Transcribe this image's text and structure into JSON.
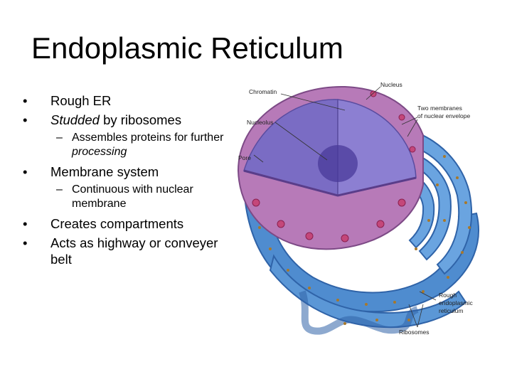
{
  "slide": {
    "title": "Endoplasmic Reticulum",
    "bullets": [
      {
        "level": 1,
        "marker": "•",
        "parts": [
          {
            "text": "Rough ER",
            "italic": false
          }
        ]
      },
      {
        "level": 1,
        "marker": "•",
        "parts": [
          {
            "text": "Studded",
            "italic": true
          },
          {
            "text": " by ribosomes",
            "italic": false
          }
        ]
      },
      {
        "level": 2,
        "marker": "–",
        "parts": [
          {
            "text": "Assembles proteins for further ",
            "italic": false
          },
          {
            "text": "processing",
            "italic": true
          }
        ]
      },
      {
        "level": 1,
        "marker": "•",
        "parts": [
          {
            "text": "Membrane system",
            "italic": false
          }
        ]
      },
      {
        "level": 2,
        "marker": "–",
        "parts": [
          {
            "text": "Continuous with nuclear membrane",
            "italic": false
          }
        ]
      },
      {
        "level": 1,
        "marker": "•",
        "parts": [
          {
            "text": "Creates compartments",
            "italic": false
          }
        ]
      },
      {
        "level": 1,
        "marker": "•",
        "parts": [
          {
            "text": "Acts as highway or conveyer belt",
            "italic": false
          }
        ]
      }
    ]
  },
  "figure": {
    "labels": {
      "nucleus": "Nucleus",
      "chromatin": "Chromatin",
      "membranes_line1": "Two membranes",
      "membranes_line2": "of nuclear envelope",
      "nucleolus": "Nucleolus",
      "pore": "Pore",
      "rough_er_line1": "Rough",
      "rough_er_line2": "endoplasmic",
      "rough_er_line3": "reticulum",
      "ribosomes": "Ribosomes"
    },
    "colors": {
      "nucleus_cut": "#7a6cc4",
      "nucleus_outer": "#b77ab8",
      "er_blue": "#5b97d6",
      "er_dark": "#2f63a8",
      "ribosome": "#a8782a"
    }
  }
}
